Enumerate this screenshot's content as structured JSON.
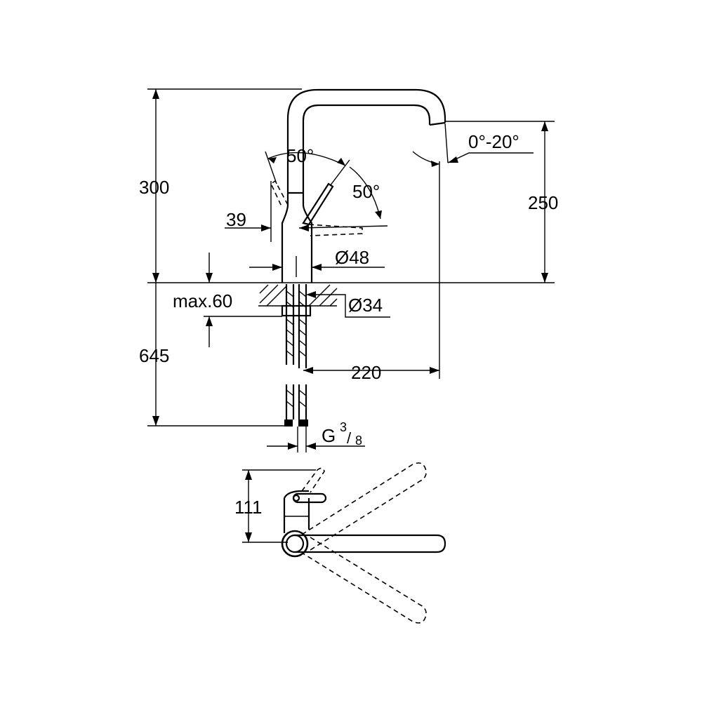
{
  "dimensions": {
    "height_total": "300",
    "spout_height": "250",
    "lever_angle_left": "50°",
    "lever_angle_right": "50°",
    "spout_angle": "0°-20°",
    "lever_offset": "39",
    "body_diameter": "Ø48",
    "hole_diameter": "Ø34",
    "deck_thickness": "max.60",
    "hose_length": "645",
    "spout_reach": "220",
    "thread_prefix": "G",
    "thread_num": "3",
    "thread_den": "8",
    "top_view_depth": "111"
  }
}
